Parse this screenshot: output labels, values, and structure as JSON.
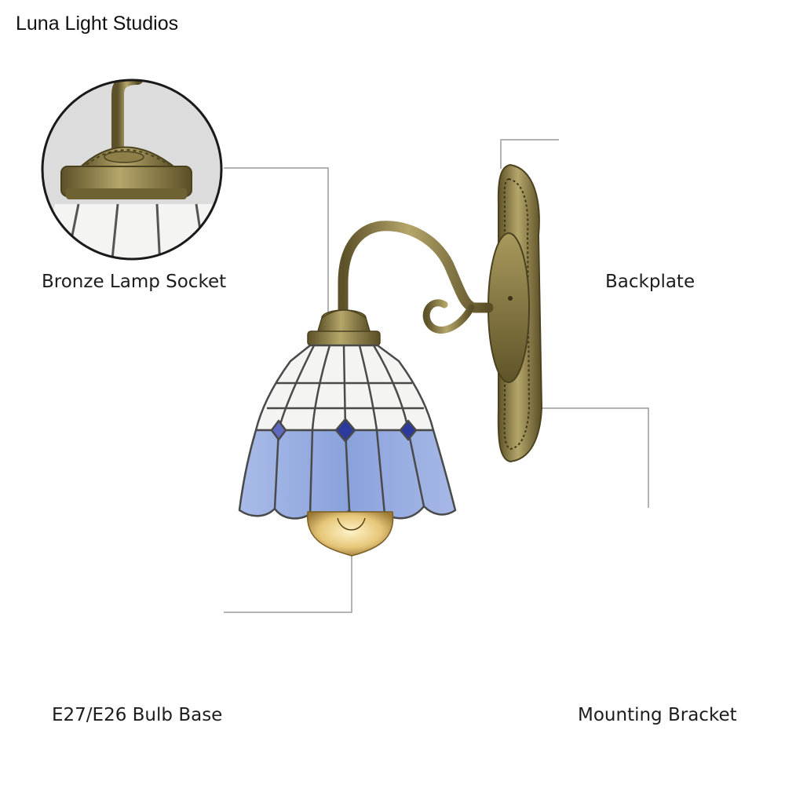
{
  "brand": {
    "name": "Luna Light Studios"
  },
  "callouts": [
    {
      "label": "Bronze Lamp Socket"
    },
    {
      "label": "Backplate"
    },
    {
      "label": "E27/E26 Bulb Base"
    },
    {
      "label": "Mounting Bracket"
    }
  ],
  "colors": {
    "bronze": "#8a7a45",
    "glass_white": "#f4f4f2",
    "glass_blue": "#8fa6dc",
    "jewel": "#2b3a9c",
    "leading": "#4a4a4a",
    "circle_border": "#1a1a1a",
    "leader_line": "#9a9a9a"
  }
}
